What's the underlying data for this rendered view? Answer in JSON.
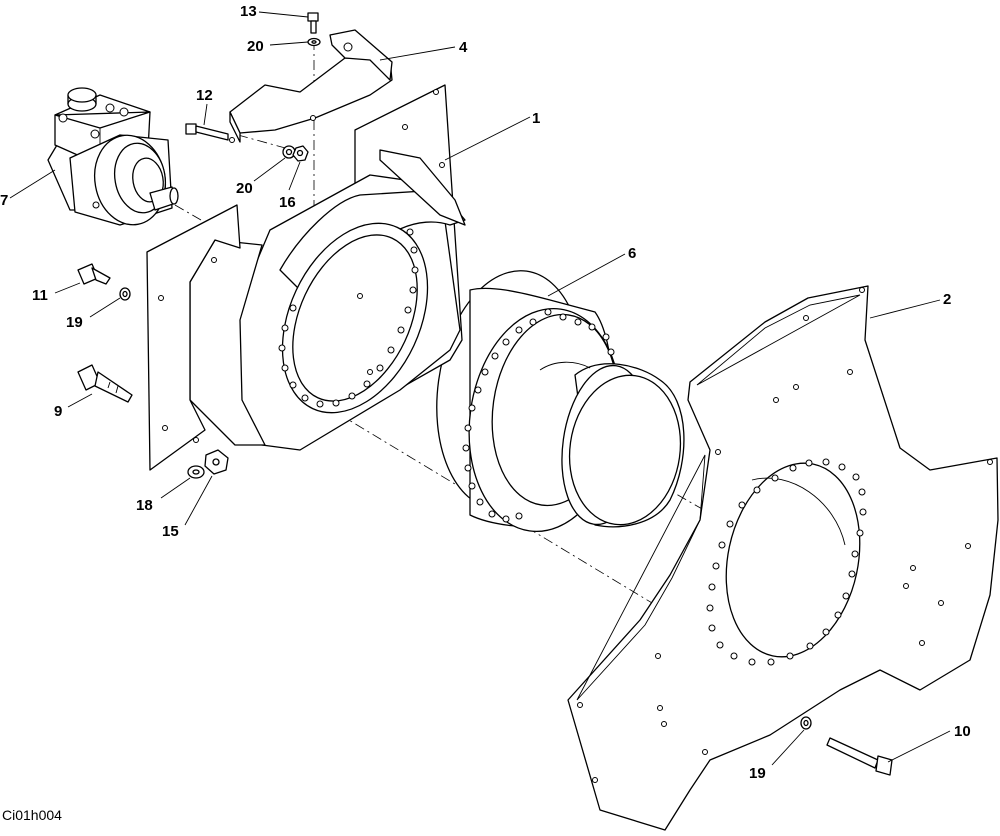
{
  "drawing_reference": "Ci01h004",
  "callouts": [
    {
      "id": "c1",
      "label": "1"
    },
    {
      "id": "c2",
      "label": "2"
    },
    {
      "id": "c4",
      "label": "4"
    },
    {
      "id": "c6",
      "label": "6"
    },
    {
      "id": "c7",
      "label": "7"
    },
    {
      "id": "c9",
      "label": "9"
    },
    {
      "id": "c10",
      "label": "10"
    },
    {
      "id": "c11",
      "label": "11"
    },
    {
      "id": "c12",
      "label": "12"
    },
    {
      "id": "c13",
      "label": "13"
    },
    {
      "id": "c15",
      "label": "15"
    },
    {
      "id": "c16",
      "label": "16"
    },
    {
      "id": "c18",
      "label": "18"
    },
    {
      "id": "c19a",
      "label": "19"
    },
    {
      "id": "c19b",
      "label": "19"
    },
    {
      "id": "c20a",
      "label": "20"
    },
    {
      "id": "c20b",
      "label": "20"
    }
  ]
}
